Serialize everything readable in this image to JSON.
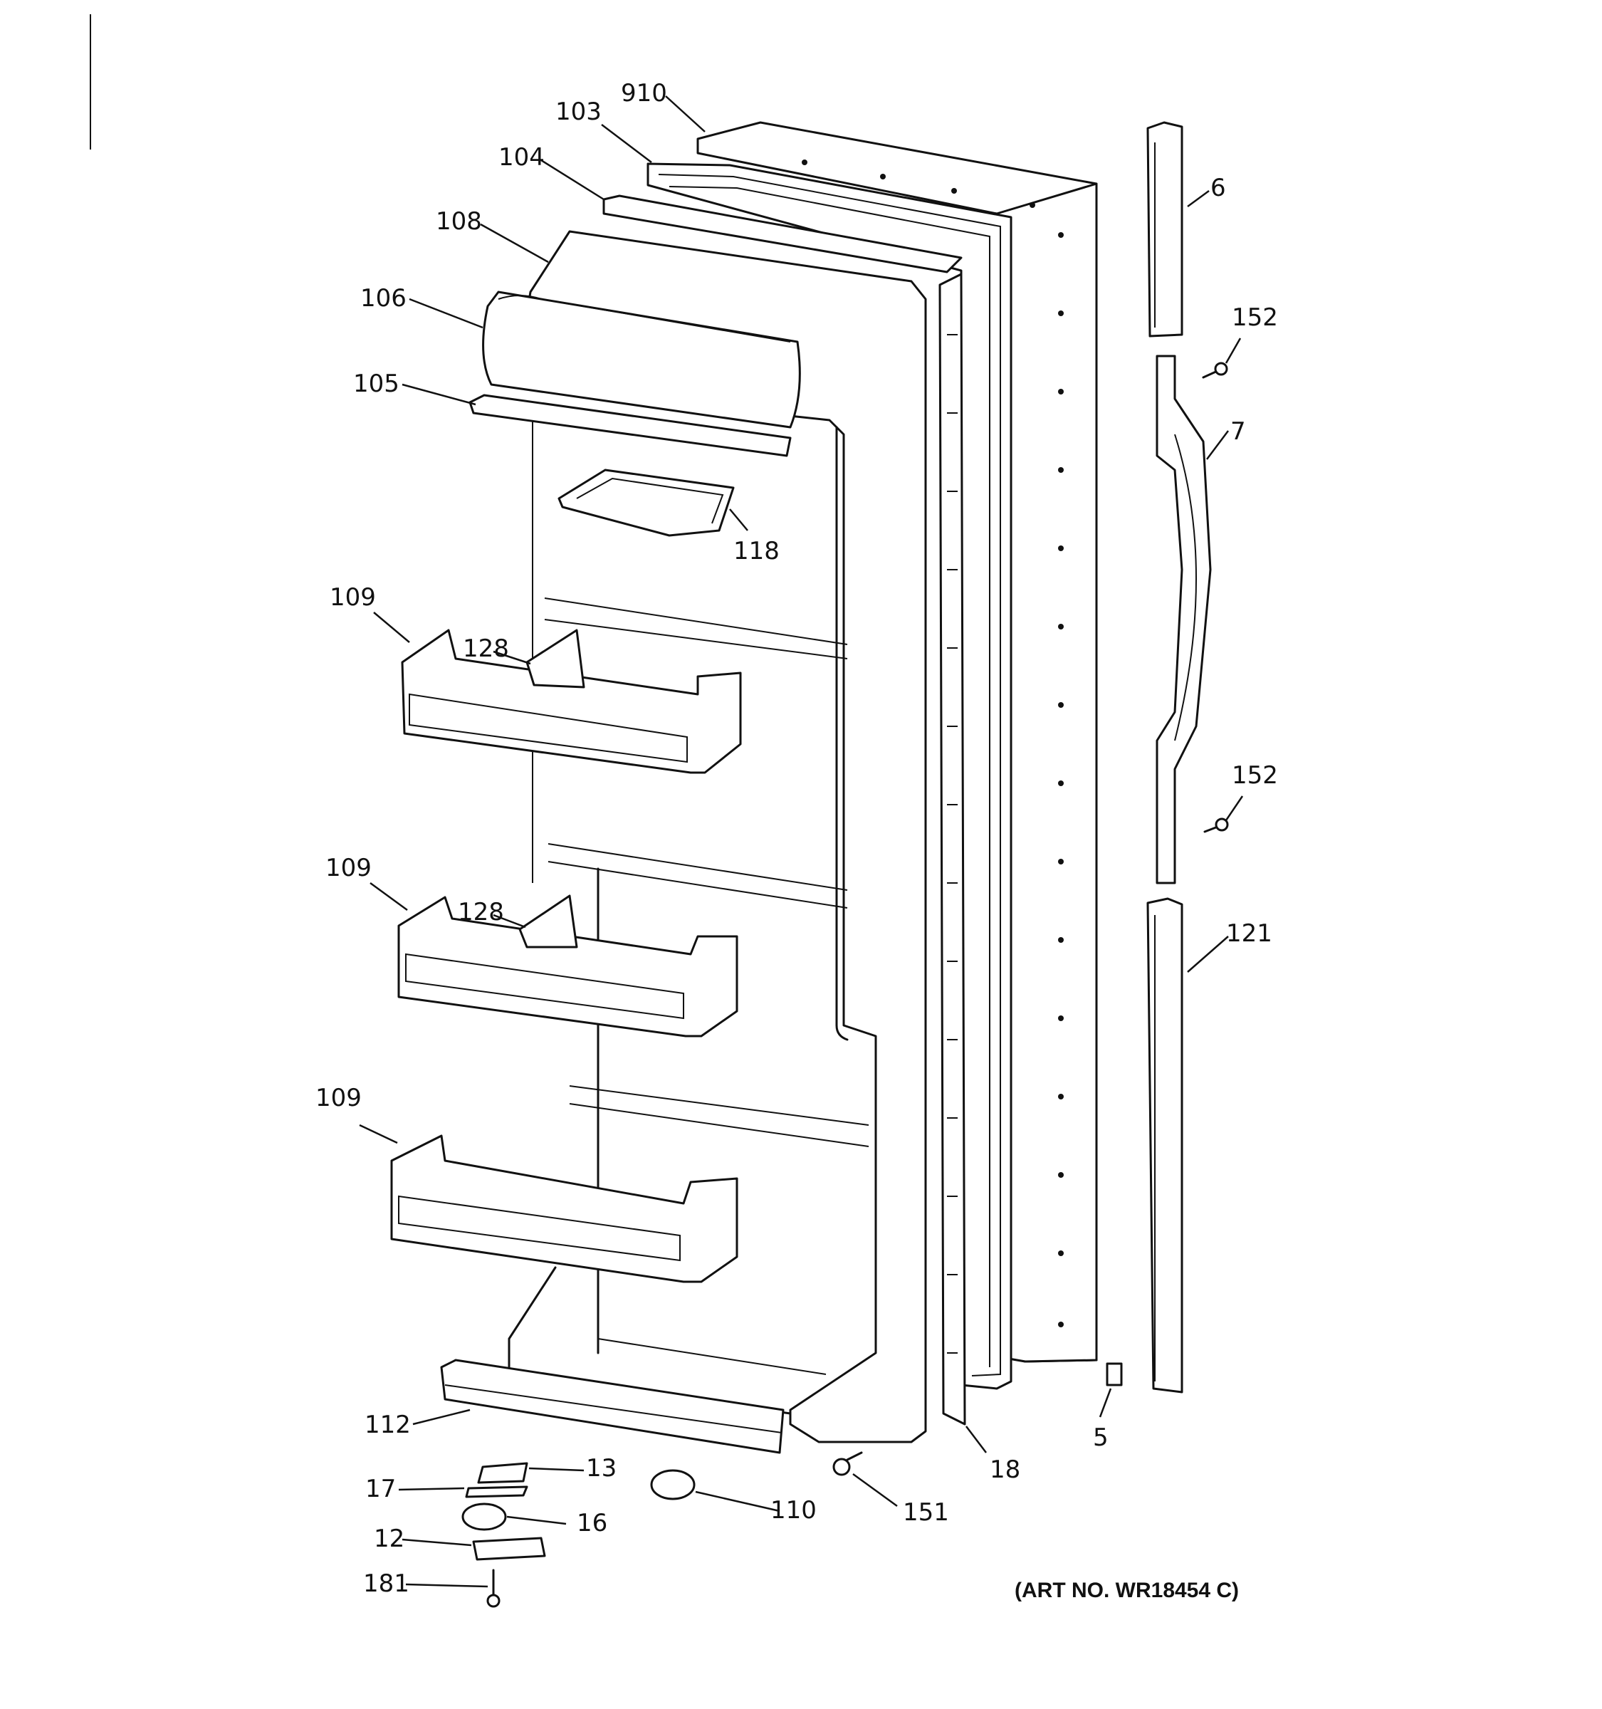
{
  "callouts": [
    {
      "id": "910",
      "text": "910"
    },
    {
      "id": "103",
      "text": "103"
    },
    {
      "id": "104",
      "text": "104"
    },
    {
      "id": "108",
      "text": "108"
    },
    {
      "id": "106",
      "text": "106"
    },
    {
      "id": "105",
      "text": "105"
    },
    {
      "id": "118",
      "text": "118"
    },
    {
      "id": "109a",
      "text": "109"
    },
    {
      "id": "128a",
      "text": "128"
    },
    {
      "id": "109b",
      "text": "109"
    },
    {
      "id": "128b",
      "text": "128"
    },
    {
      "id": "109c",
      "text": "109"
    },
    {
      "id": "112",
      "text": "112"
    },
    {
      "id": "13",
      "text": "13"
    },
    {
      "id": "17",
      "text": "17"
    },
    {
      "id": "16",
      "text": "16"
    },
    {
      "id": "12",
      "text": "12"
    },
    {
      "id": "181",
      "text": "181"
    },
    {
      "id": "110",
      "text": "110"
    },
    {
      "id": "151",
      "text": "151"
    },
    {
      "id": "18",
      "text": "18"
    },
    {
      "id": "5",
      "text": "5"
    },
    {
      "id": "6",
      "text": "6"
    },
    {
      "id": "152a",
      "text": "152"
    },
    {
      "id": "7",
      "text": "7"
    },
    {
      "id": "152b",
      "text": "152"
    },
    {
      "id": "121",
      "text": "121"
    }
  ],
  "art_number": "(ART NO. WR18454 C)"
}
